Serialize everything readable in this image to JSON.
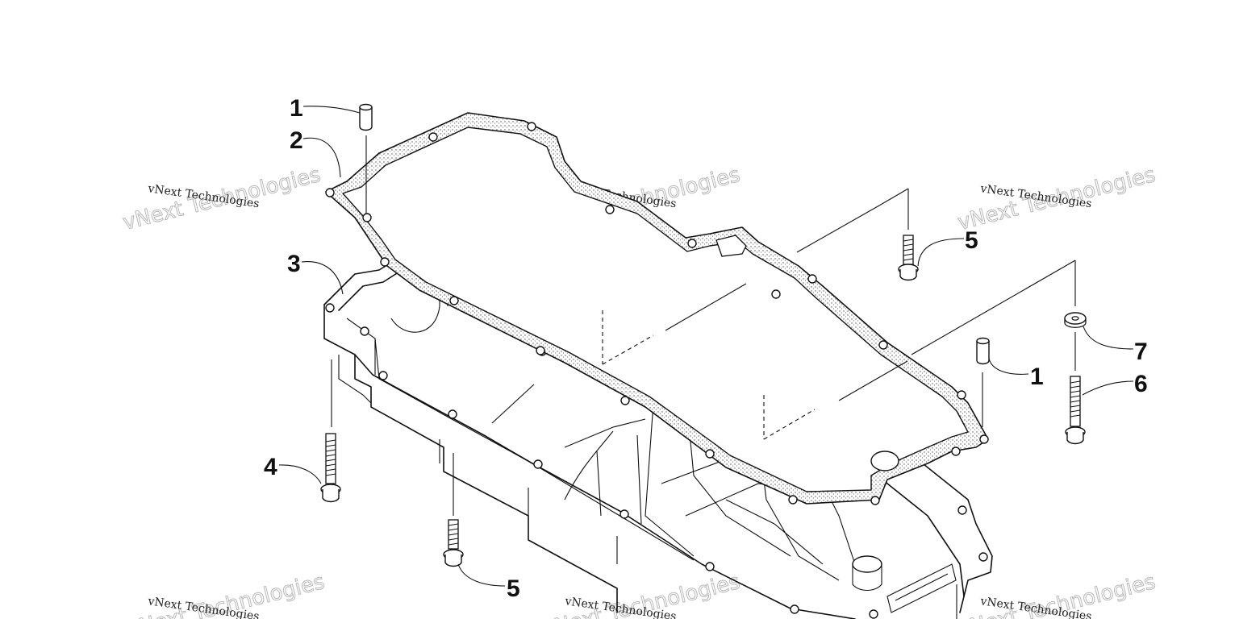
{
  "callouts": {
    "c1a": "1",
    "c2": "2",
    "c3": "3",
    "c4": "4",
    "c5a": "5",
    "c5b": "5",
    "c1b": "1",
    "c7": "7",
    "c6": "6"
  },
  "watermarks": [
    {
      "small": "vNext Technologies",
      "large": "vNext Technologies"
    },
    {
      "small": "vNext Technologies",
      "large": "vNext Technologies"
    },
    {
      "small": "vNext Technologies",
      "large": "vNext Technologies"
    },
    {
      "small": "vNext Technologies",
      "large": "vNext Technologies"
    },
    {
      "small": "vNext Technologies",
      "large": "vNext Technologies"
    },
    {
      "small": "vNext Technologies",
      "large": "vNext Technologies"
    }
  ],
  "colors": {
    "line": "#111111",
    "gasket_fill": "#c8c8c8",
    "watermark_outline": "#b9b9b9"
  }
}
